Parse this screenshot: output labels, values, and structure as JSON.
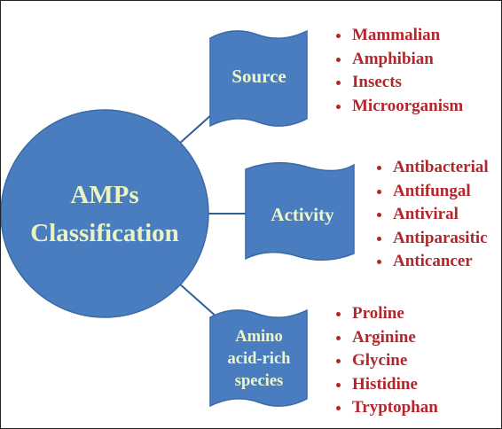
{
  "center": {
    "line1": "AMPs",
    "line2": "Classification"
  },
  "groups": [
    {
      "label": [
        "Source"
      ],
      "items": [
        "Mammalian",
        "Amphibian",
        "Insects",
        "Microorganism"
      ]
    },
    {
      "label": [
        "Activity"
      ],
      "items": [
        "Antibacterial",
        "Antifungal",
        "Antiviral",
        "Antiparasitic",
        "Anticancer"
      ]
    },
    {
      "label": [
        "Amino",
        "acid-rich",
        "species"
      ],
      "items": [
        "Proline",
        "Arginine",
        "Glycine",
        "Histidine",
        "Tryptophan"
      ]
    }
  ],
  "colors": {
    "shape_fill": "#4a7dbf",
    "shape_stroke": "#3a6aa6",
    "connector": "#2f5f96",
    "shape_text": "#eef6cc",
    "list_text": "#b3262c"
  }
}
